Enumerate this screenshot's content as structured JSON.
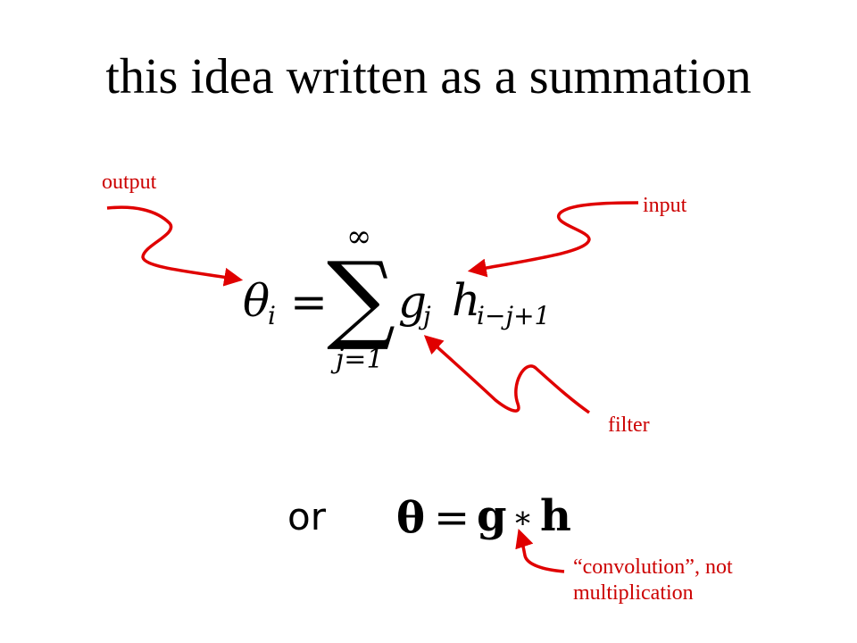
{
  "title": "this idea written as a summation",
  "annotations": {
    "output": "output",
    "input": "input",
    "filter": "filter",
    "convolution": "“convolution”, not",
    "multiplication": "multiplication"
  },
  "equation": {
    "lhs_symbol": "θ",
    "lhs_sub": "i",
    "equals": "=",
    "sum_symbol": "∑",
    "sum_upper": "∞",
    "sum_lower": "j=1",
    "g": "g",
    "g_sub": "j",
    "h": "h",
    "h_sub": "i−j+1"
  },
  "convolution_eq": {
    "or": "or",
    "theta": "θ",
    "equals": "=",
    "g": "g",
    "star": "∗",
    "h": "h"
  },
  "colors": {
    "annotation": "#cc0000",
    "arrow": "#e00000"
  }
}
